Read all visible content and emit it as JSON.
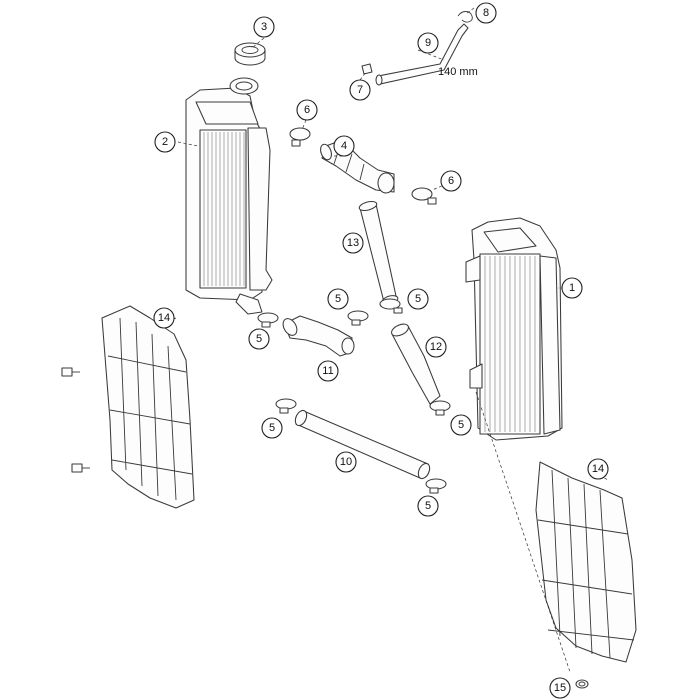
{
  "callouts": [
    {
      "id": "c1",
      "label": "1"
    },
    {
      "id": "c2",
      "label": "2"
    },
    {
      "id": "c3",
      "label": "3"
    },
    {
      "id": "c4",
      "label": "4"
    },
    {
      "id": "c5a",
      "label": "5"
    },
    {
      "id": "c5b",
      "label": "5"
    },
    {
      "id": "c5c",
      "label": "5"
    },
    {
      "id": "c5d",
      "label": "5"
    },
    {
      "id": "c5e",
      "label": "5"
    },
    {
      "id": "c5f",
      "label": "5"
    },
    {
      "id": "c6a",
      "label": "6"
    },
    {
      "id": "c6b",
      "label": "6"
    },
    {
      "id": "c7",
      "label": "7"
    },
    {
      "id": "c8",
      "label": "8"
    },
    {
      "id": "c9",
      "label": "9"
    },
    {
      "id": "c10",
      "label": "10"
    },
    {
      "id": "c11",
      "label": "11"
    },
    {
      "id": "c12",
      "label": "12"
    },
    {
      "id": "c13",
      "label": "13"
    },
    {
      "id": "c14a",
      "label": "14"
    },
    {
      "id": "c14b",
      "label": "14"
    },
    {
      "id": "c15",
      "label": "15"
    }
  ],
  "hose_length_note": "140 mm"
}
